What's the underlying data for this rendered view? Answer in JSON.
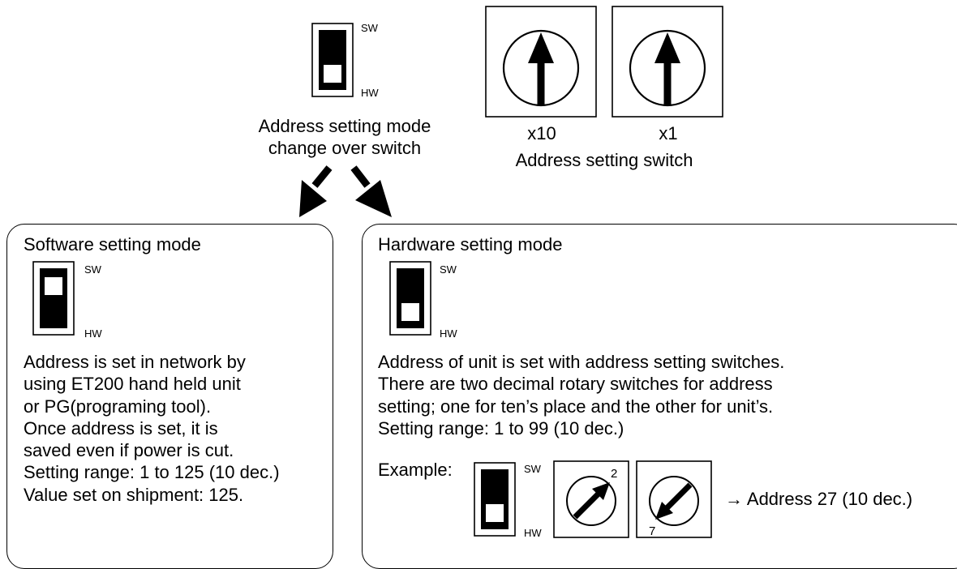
{
  "top": {
    "mode_switch": {
      "sw": "SW",
      "hw": "HW",
      "caption": [
        "Address setting mode",
        "change over switch"
      ]
    },
    "address_switch": {
      "tens": "x10",
      "ones": "x1",
      "caption": "Address setting switch"
    }
  },
  "software_mode": {
    "title": "Software setting mode",
    "sw": "SW",
    "hw": "HW",
    "lines": [
      "Address is set in network by",
      "using ET200 hand held unit",
      "or PG(programing tool).",
      "Once address is set, it is",
      "saved even if power is cut.",
      "Setting range: 1 to 125 (10 dec.)",
      "Value set on shipment: 125."
    ]
  },
  "hardware_mode": {
    "title": "Hardware setting mode",
    "sw": "SW",
    "hw": "HW",
    "lines": [
      "Address of unit is set with address setting switches.",
      "There are two decimal rotary switches for address",
      "setting; one for ten’s place and the other for unit’s.",
      "Setting range: 1 to 99 (10 dec.)"
    ],
    "example": {
      "label": "Example:",
      "sw": "SW",
      "hw": "HW",
      "tens_digit": "2",
      "ones_digit": "7",
      "result": "→  Address 27 (10 dec.)"
    }
  }
}
